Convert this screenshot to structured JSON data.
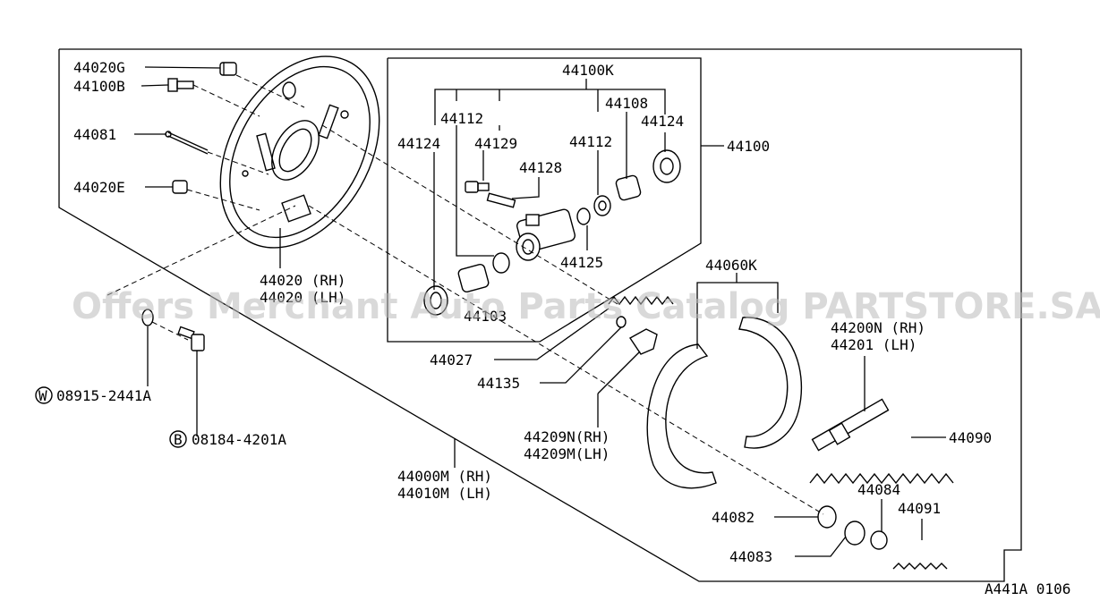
{
  "watermark": "Offers Merchant Auto Parts Catalog PARTSTORE.SA",
  "diagram_code": "A441A 0106",
  "labels": {
    "p44020G": "44020G",
    "p44100B": "44100B",
    "p44081": "44081",
    "p44020E": "44020E",
    "p44020rh": "44020 (RH)",
    "p44020lh": "44020 (LH)",
    "p44100K": "44100K",
    "p44112a": "44112",
    "p44124a": "44124",
    "p44129": "44129",
    "p44128": "44128",
    "p44112b": "44112",
    "p44108": "44108",
    "p44124b": "44124",
    "p44100": "44100",
    "p44125": "44125",
    "p44103": "44103",
    "p44027": "44027",
    "p44135": "44135",
    "p44060K": "44060K",
    "p44200N": "44200N (RH)",
    "p44201": "44201  (LH)",
    "p44209N": "44209N(RH)",
    "p44209M": "44209M(LH)",
    "p44090": "44090",
    "p44084": "44084",
    "p44091": "44091",
    "p44082": "44082",
    "p44083": "44083",
    "p44000M": "44000M (RH)",
    "p44010M": "44010M (LH)",
    "w_letter": "W",
    "w_part": "08915-2441A",
    "b_letter": "B",
    "b_part": "08184-4201A"
  }
}
